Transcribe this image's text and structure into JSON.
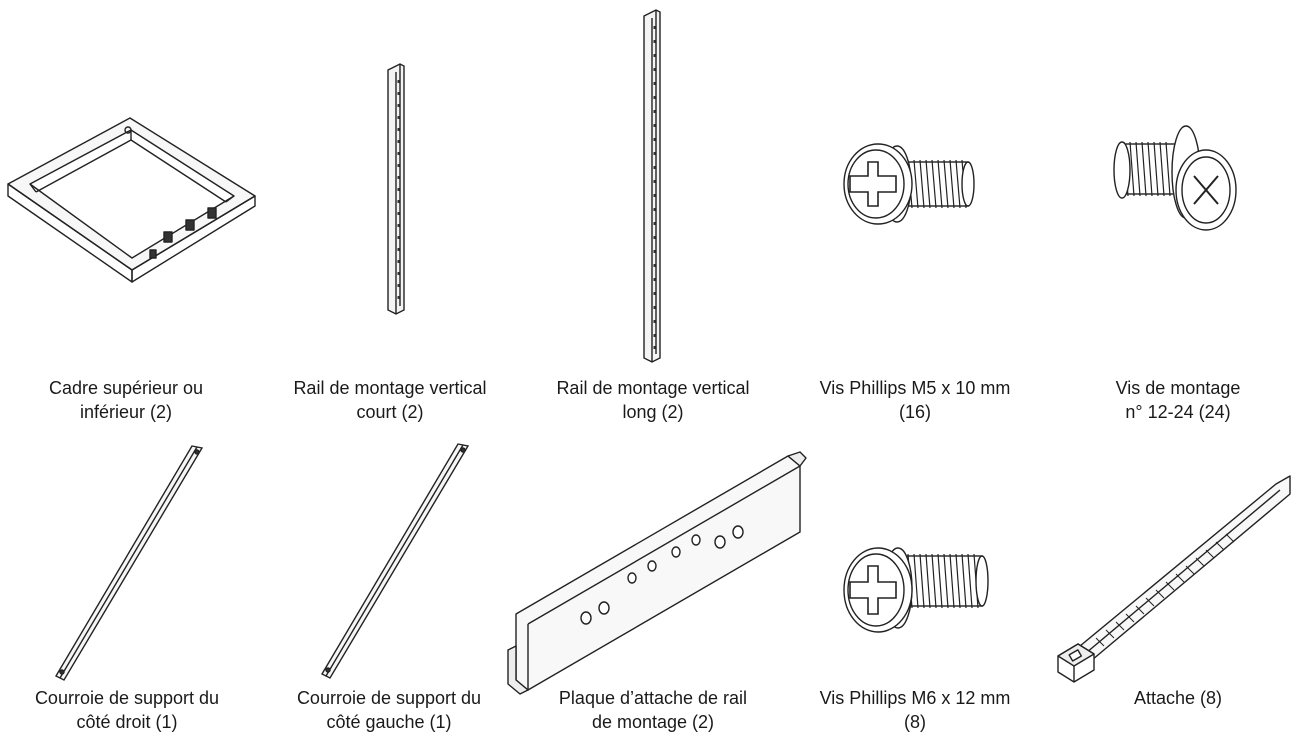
{
  "parts": [
    {
      "id": "frame",
      "line1": "Cadre supérieur ou",
      "line2": "inférieur (2)",
      "icon": "rack-frame-icon"
    },
    {
      "id": "short-rail",
      "line1": "Rail de montage vertical",
      "line2": "court (2)",
      "icon": "short-rail-icon"
    },
    {
      "id": "long-rail",
      "line1": "Rail de montage vertical",
      "line2": "long (2)",
      "icon": "long-rail-icon"
    },
    {
      "id": "m5-screw",
      "line1": "Vis Phillips M5 x 10 mm",
      "line2": "(16)",
      "icon": "phillips-screw-icon"
    },
    {
      "id": "mount-screw",
      "line1": "Vis de montage",
      "line2": "n° 12-24 (24)",
      "icon": "mounting-screw-icon"
    },
    {
      "id": "right-strap",
      "line1": "Courroie de support du",
      "line2": "côté droit (1)",
      "icon": "support-strap-icon"
    },
    {
      "id": "left-strap",
      "line1": "Courroie de support du",
      "line2": "côté gauche (1)",
      "icon": "support-strap-icon"
    },
    {
      "id": "attach-plate",
      "line1": "Plaque d’attache de rail",
      "line2": "de montage (2)",
      "icon": "rail-plate-icon"
    },
    {
      "id": "m6-screw",
      "line1": "Vis Phillips M6 x 12 mm",
      "line2": "(8)",
      "icon": "phillips-screw-icon"
    },
    {
      "id": "cable-tie",
      "line1": "Attache (8)",
      "line2": "",
      "icon": "cable-tie-icon"
    }
  ]
}
